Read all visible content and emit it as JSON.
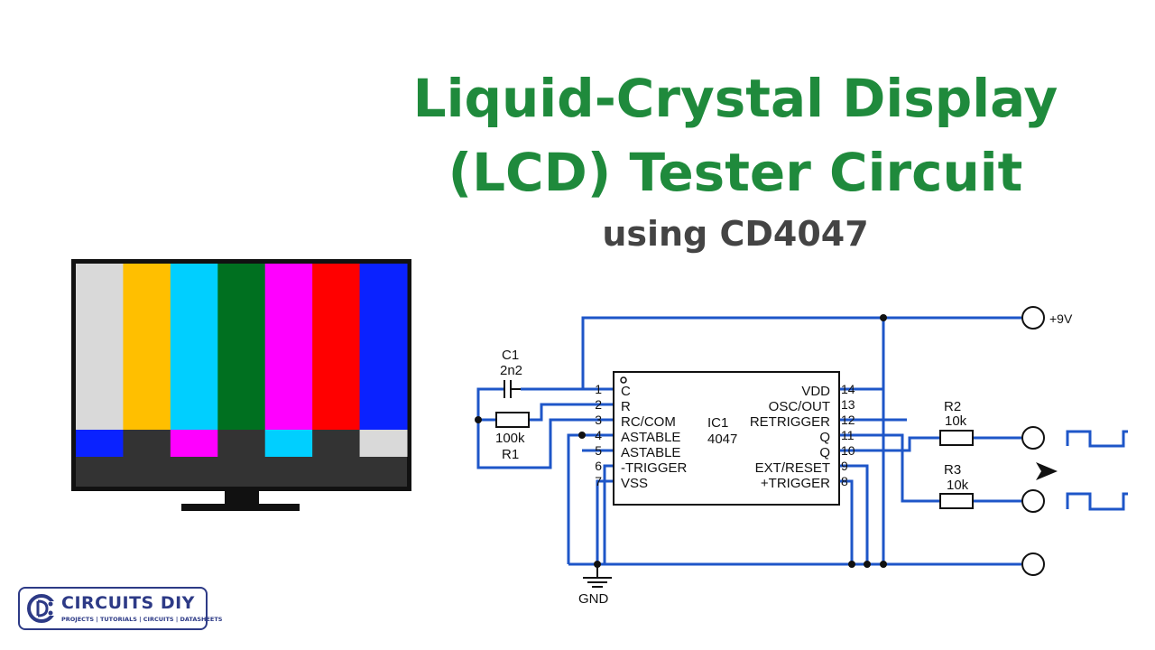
{
  "title": {
    "line1": "Liquid-Crystal Display",
    "line2": "(LCD) Tester Circuit",
    "subtitle": "using CD4047"
  },
  "tv": {
    "bars": [
      "#d9d9d9",
      "#ffbf00",
      "#00cfff",
      "#007020",
      "#ff00ff",
      "#ff0000",
      "#0a22ff"
    ],
    "lower_blocks": [
      "#0a22ff",
      "#333333",
      "#ff00ff",
      "#333333",
      "#00cfff",
      "#333333",
      "#d9d9d9"
    ],
    "frame_color": "#111111"
  },
  "schematic": {
    "wire_color": "#1e56c8",
    "ic": {
      "ref": "IC1",
      "part": "4047",
      "left_pins": [
        {
          "num": "1",
          "name": "C"
        },
        {
          "num": "2",
          "name": "R"
        },
        {
          "num": "3",
          "name": "RC/COM"
        },
        {
          "num": "4",
          "name": "ASTABLE"
        },
        {
          "num": "5",
          "name": "ASTABLE"
        },
        {
          "num": "6",
          "name": "-TRIGGER"
        },
        {
          "num": "7",
          "name": "VSS"
        }
      ],
      "right_pins": [
        {
          "num": "14",
          "name": "VDD"
        },
        {
          "num": "13",
          "name": "OSC/OUT"
        },
        {
          "num": "12",
          "name": "RETRIGGER"
        },
        {
          "num": "11",
          "name": "Q"
        },
        {
          "num": "10",
          "name": "Q"
        },
        {
          "num": "9",
          "name": "EXT/RESET"
        },
        {
          "num": "8",
          "name": "+TRIGGER"
        }
      ]
    },
    "c1": {
      "ref": "C1",
      "value": "2n2"
    },
    "r1": {
      "ref": "R1",
      "value": "100k"
    },
    "r2": {
      "ref": "R2",
      "value": "10k"
    },
    "r3": {
      "ref": "R3",
      "value": "10k"
    },
    "supply_label": "+9V",
    "ground_label": "GND"
  },
  "logo": {
    "name": "CIRCUITS DIY",
    "tagline": "PROJECTS | TUTORIALS | CIRCUITS | DATASHEETS",
    "color": "#2d3a86"
  }
}
